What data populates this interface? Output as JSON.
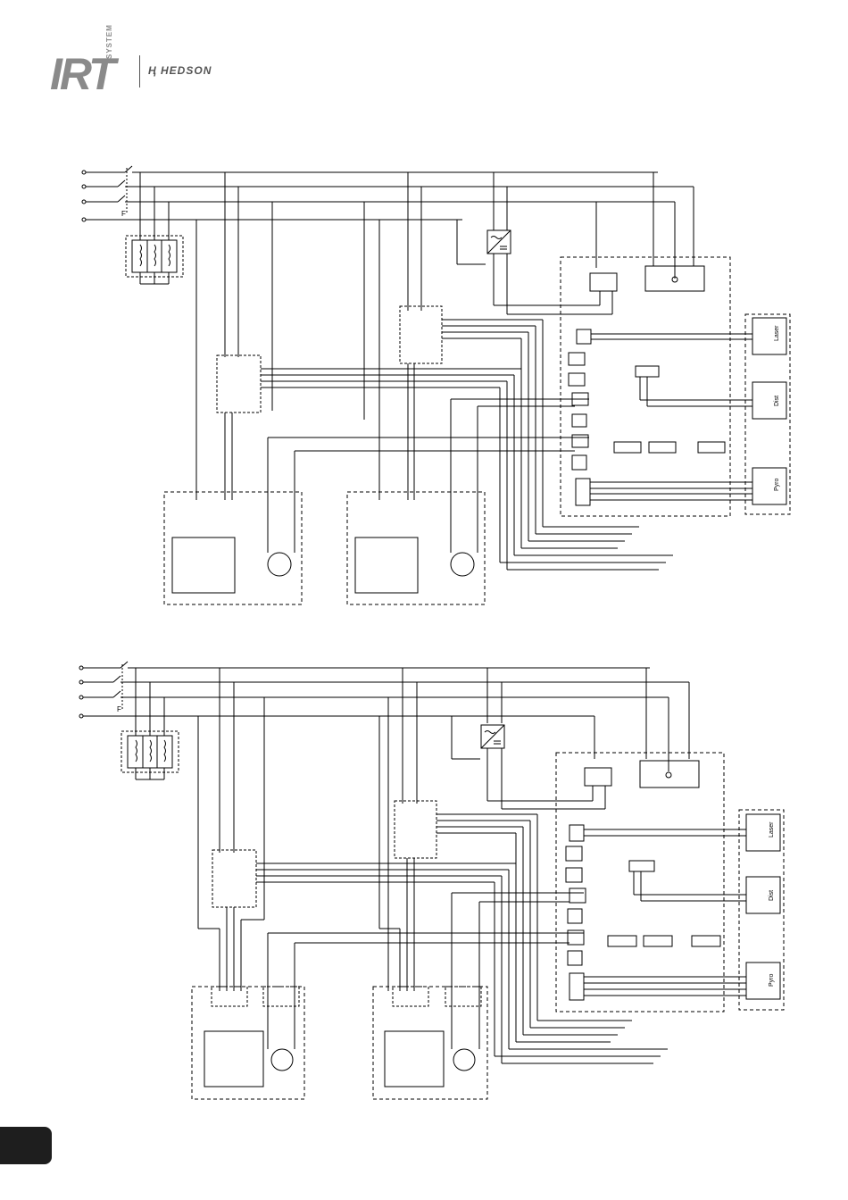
{
  "header": {
    "logo_irt": "IRT",
    "logo_system": "SYSTEM",
    "logo_hedson": "HEDSON"
  },
  "diagrams": [
    {
      "fuse_label": "F",
      "side_labels": [
        "Laser",
        "Dist",
        "Pyro"
      ]
    },
    {
      "fuse_label": "F",
      "side_labels": [
        "Laser",
        "Dist",
        "Pyro"
      ]
    }
  ]
}
